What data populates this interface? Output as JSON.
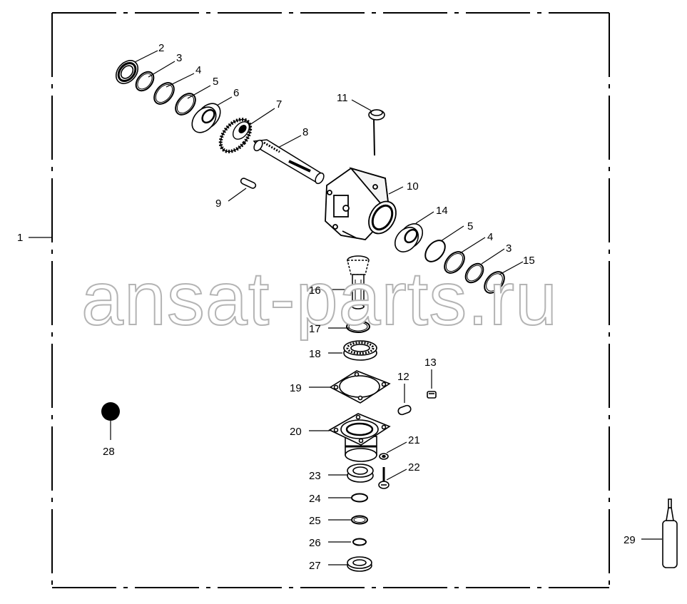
{
  "watermark": "ansat-parts.ru",
  "callouts": {
    "c1": "1",
    "c2": "2",
    "c3": "3",
    "c4": "4",
    "c5": "5",
    "c6": "6",
    "c7": "7",
    "c8": "8",
    "c9": "9",
    "c10": "10",
    "c11": "11",
    "c12": "12",
    "c13": "13",
    "c14": "14",
    "c5b": "5",
    "c4b": "4",
    "c3b": "3",
    "c15": "15",
    "c16": "16",
    "c17": "17",
    "c18": "18",
    "c19": "19",
    "c20": "20",
    "c21": "21",
    "c22": "22",
    "c23": "23",
    "c24": "24",
    "c25": "25",
    "c26": "26",
    "c27": "27",
    "c28": "28",
    "c29": "29"
  }
}
